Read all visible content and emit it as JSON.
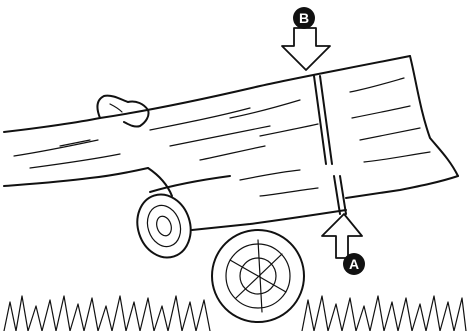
{
  "figure": {
    "cut_a": {
      "badge": "A",
      "arrow_direction": "up"
    },
    "cut_b": {
      "badge": "B",
      "arrow_direction": "down"
    },
    "colors": {
      "ink": "#111111",
      "paper": "#ffffff"
    }
  }
}
